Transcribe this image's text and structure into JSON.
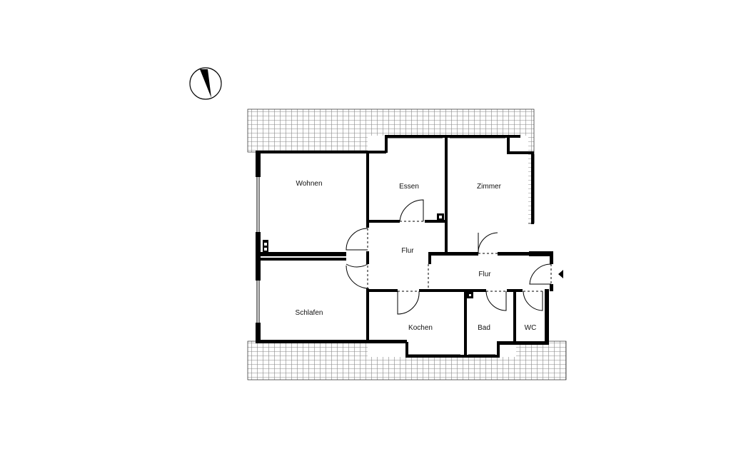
{
  "rooms": {
    "wohnen": "Wohnen",
    "essen": "Essen",
    "zimmer": "Zimmer",
    "flur_1": "Flur",
    "flur_2": "Flur",
    "schlafen": "Schlafen",
    "kochen": "Kochen",
    "bad": "Bad",
    "wc": "WC"
  },
  "icons": {
    "compass": "north-arrow-icon",
    "entrance": "entrance-arrow-icon"
  },
  "colors": {
    "wall": "#000000",
    "background": "#ffffff"
  }
}
